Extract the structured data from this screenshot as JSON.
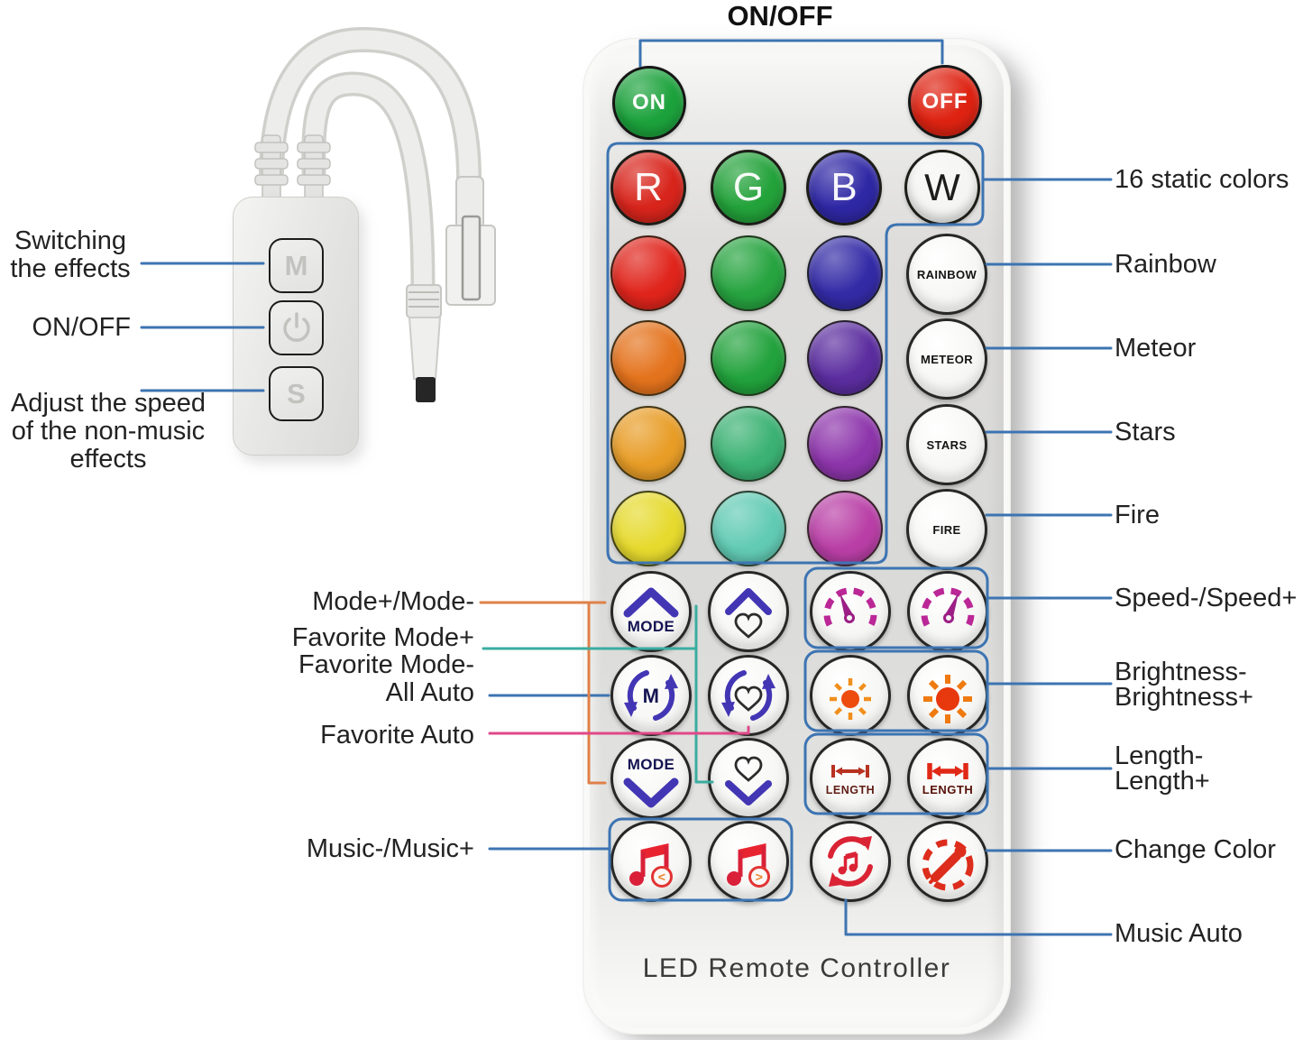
{
  "page_title": "ON/OFF",
  "controller": {
    "m_button": "M",
    "s_button": "S",
    "labels": {
      "m": "Switching the effects",
      "power": "ON/OFF",
      "s": "Adjust the speed of the non-music effects"
    }
  },
  "remote": {
    "on": "ON",
    "off": "OFF",
    "rgbw": {
      "r": "R",
      "g": "G",
      "b": "B",
      "w": "W"
    },
    "effects": {
      "rainbow": "RAINBOW",
      "meteor": "METEOR",
      "stars": "STARS",
      "fire": "FIRE"
    },
    "mode": "MODE",
    "length": "LENGTH",
    "m_auto": "M",
    "music_prev": "<",
    "music_next": ">",
    "footer": "LED Remote Controller"
  },
  "labels_left": [
    {
      "text": "Mode+/Mode-"
    },
    {
      "text": "Favorite Mode+"
    },
    {
      "text": "Favorite Mode-"
    },
    {
      "text": "All Auto"
    },
    {
      "text": "Favorite Auto"
    },
    {
      "text": "Music-/Music+"
    }
  ],
  "labels_right": [
    {
      "text": "16 static colors"
    },
    {
      "text": "Rainbow"
    },
    {
      "text": "Meteor"
    },
    {
      "text": "Stars"
    },
    {
      "text": "Fire"
    },
    {
      "text": "Speed-/Speed+"
    },
    {
      "text": "Brightness-"
    },
    {
      "text": "Brightness+"
    },
    {
      "text": "Length-"
    },
    {
      "text": "Length+"
    },
    {
      "text": "Change Color"
    },
    {
      "text": "Music Auto"
    }
  ],
  "colors": {
    "annotation_blue": "#3d74b2",
    "annotation_orange": "#e08048",
    "annotation_teal": "#3aada0",
    "annotation_pink": "#e04888",
    "on_button": "#1ca23c",
    "off_button": "#de2312",
    "r_button": "#d8251c",
    "g_button": "#23a23a",
    "b_button": "#2f28a5",
    "w_button": "#f5f5f3",
    "grid_r1c1": "#e0251c",
    "grid_r1c2": "#27a440",
    "grid_r1c3": "#332ba6",
    "grid_r2c1": "#e4731d",
    "grid_r2c2": "#22a23c",
    "grid_r2c3": "#5b2d9f",
    "grid_r3c1": "#e89d27",
    "grid_r3c2": "#3bb273",
    "grid_r3c3": "#8d35ab",
    "grid_r4c1": "#e6da2e",
    "grid_r4c2": "#62cbb4",
    "grid_r4c3": "#b93fa6"
  }
}
